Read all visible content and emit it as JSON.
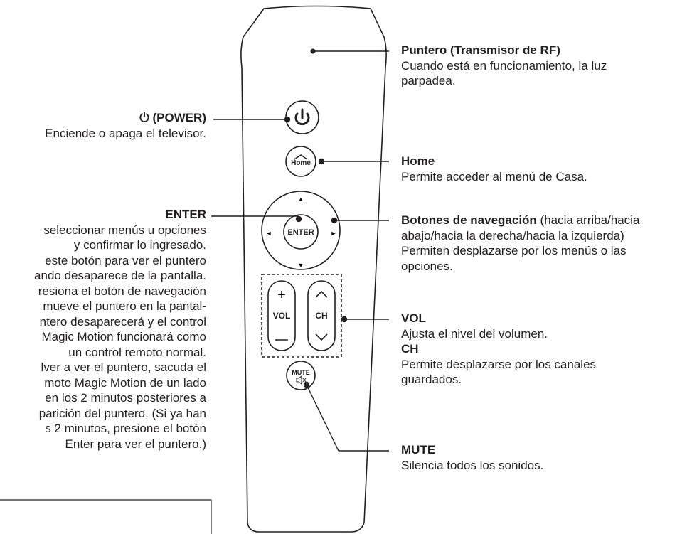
{
  "remote": {
    "power_glyph": "⏻",
    "home_label": "Home",
    "enter_label": "ENTER",
    "vol_plus": "+",
    "vol_label": "VOL",
    "vol_minus": "−",
    "ch_up": "^",
    "ch_label": "CH",
    "ch_down": "v",
    "mute_label": "MUTE",
    "mute_glyph": "🔇",
    "nav_up": "▲",
    "nav_down": "▼",
    "nav_left": "◄",
    "nav_right": "►"
  },
  "callouts": {
    "power": {
      "title_symbol": "⏻",
      "title": "(POWER)",
      "desc": "Enciende o apaga el televisor."
    },
    "enter": {
      "title": "ENTER",
      "lines": [
        "seleccionar menús u opciones",
        "y confirmar lo ingresado.",
        "este botón para ver el puntero",
        "ando desaparece de la pantalla.",
        "resiona el botón de navegación",
        "mueve el puntero en la pantal-",
        "ntero desaparecerá y el control",
        "Magic Motion funcionará como",
        "un control remoto normal.",
        "lver a ver el puntero, sacuda el",
        "moto Magic Motion de un lado",
        "en los 2 minutos posteriores a",
        "parición del puntero. (Si ya han",
        "s 2 minutos, presione el botón",
        "Enter para ver el puntero.)"
      ]
    },
    "pointer": {
      "title": "Puntero (Transmisor de RF)",
      "lines": [
        "Cuando está en funcionamiento, la luz",
        "parpadea."
      ]
    },
    "home": {
      "title": "Home",
      "desc": "Permite acceder al menú de Casa."
    },
    "nav": {
      "title": "Botones de navegación",
      "title_suffix": " (hacia arriba/hacia",
      "lines": [
        "abajo/hacia la derecha/hacia la izquierda)",
        "Permiten desplazarse por los menús o las",
        "opciones."
      ]
    },
    "vol": {
      "title": "VOL",
      "desc": "Ajusta el nivel del volumen."
    },
    "ch": {
      "title": "CH",
      "lines": [
        "Permite desplazarse por los canales",
        "guardados."
      ]
    },
    "mute": {
      "title": "MUTE",
      "desc": "Silencia todos los sonidos."
    }
  }
}
